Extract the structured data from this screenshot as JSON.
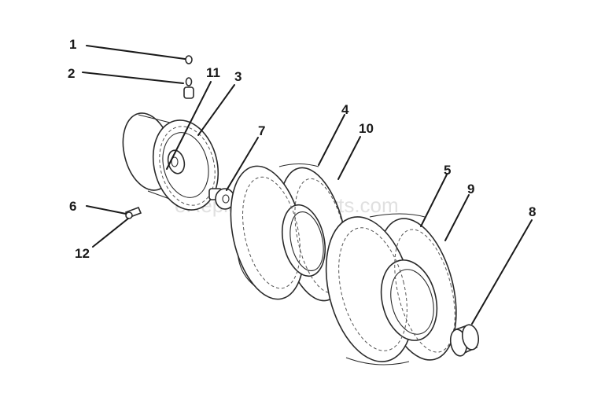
{
  "diagram": {
    "watermark": "eReplacementParts.com",
    "callouts": {
      "c1": "1",
      "c2": "2",
      "c3": "3",
      "c4": "4",
      "c5": "5",
      "c6": "6",
      "c7": "7",
      "c8": "8",
      "c9": "9",
      "c10": "10",
      "c11": "11",
      "c12": "12"
    }
  }
}
